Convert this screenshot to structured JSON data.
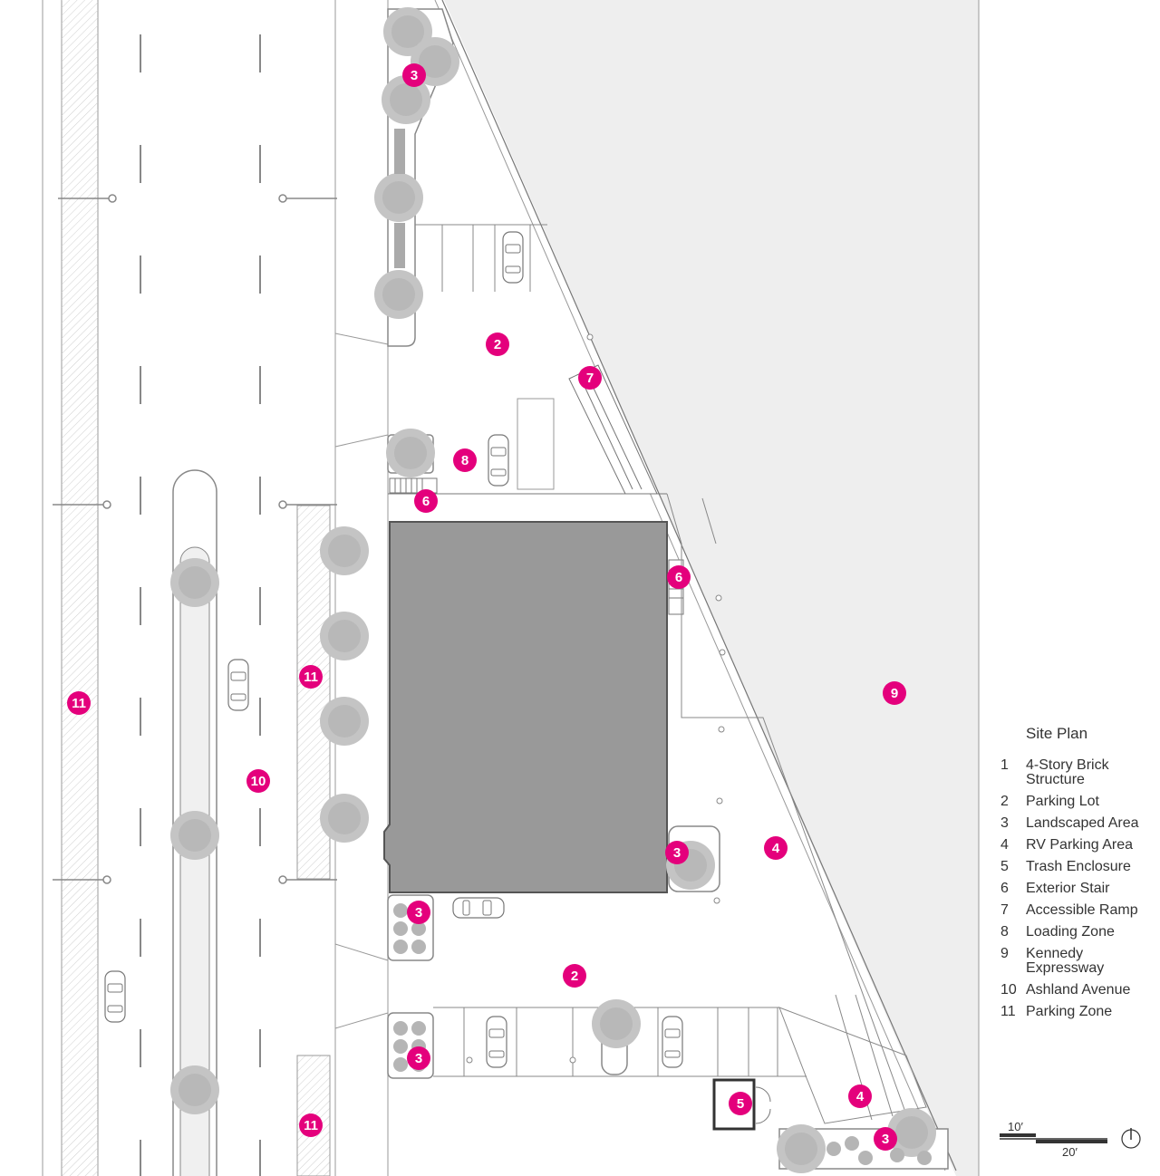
{
  "legend": {
    "title": "Site Plan",
    "items": [
      {
        "num": "1",
        "label": "4-Story Brick Structure"
      },
      {
        "num": "2",
        "label": "Parking Lot"
      },
      {
        "num": "3",
        "label": "Landscaped Area"
      },
      {
        "num": "4",
        "label": "RV Parking Area"
      },
      {
        "num": "5",
        "label": "Trash Enclosure"
      },
      {
        "num": "6",
        "label": "Exterior Stair"
      },
      {
        "num": "7",
        "label": "Accessible Ramp"
      },
      {
        "num": "8",
        "label": "Loading Zone"
      },
      {
        "num": "9",
        "label": "Kennedy Expressway"
      },
      {
        "num": "10",
        "label": "Ashland Avenue"
      },
      {
        "num": "11",
        "label": "Parking Zone"
      }
    ]
  },
  "scale_bar": {
    "label_small": "10′",
    "label_large": "20′"
  },
  "markers": [
    "3",
    "2",
    "7",
    "8",
    "6",
    "6",
    "11",
    "11",
    "10",
    "9",
    "3",
    "4",
    "3",
    "2",
    "3",
    "5",
    "4",
    "3",
    "11"
  ],
  "colors": {
    "marker": "#e4007c",
    "building": "#999999",
    "expressway": "#eeeeee",
    "linework": "#777777"
  },
  "icons": {
    "north_arrow": "north-arrow-icon",
    "car": "car-icon",
    "tree": "tree-icon"
  }
}
